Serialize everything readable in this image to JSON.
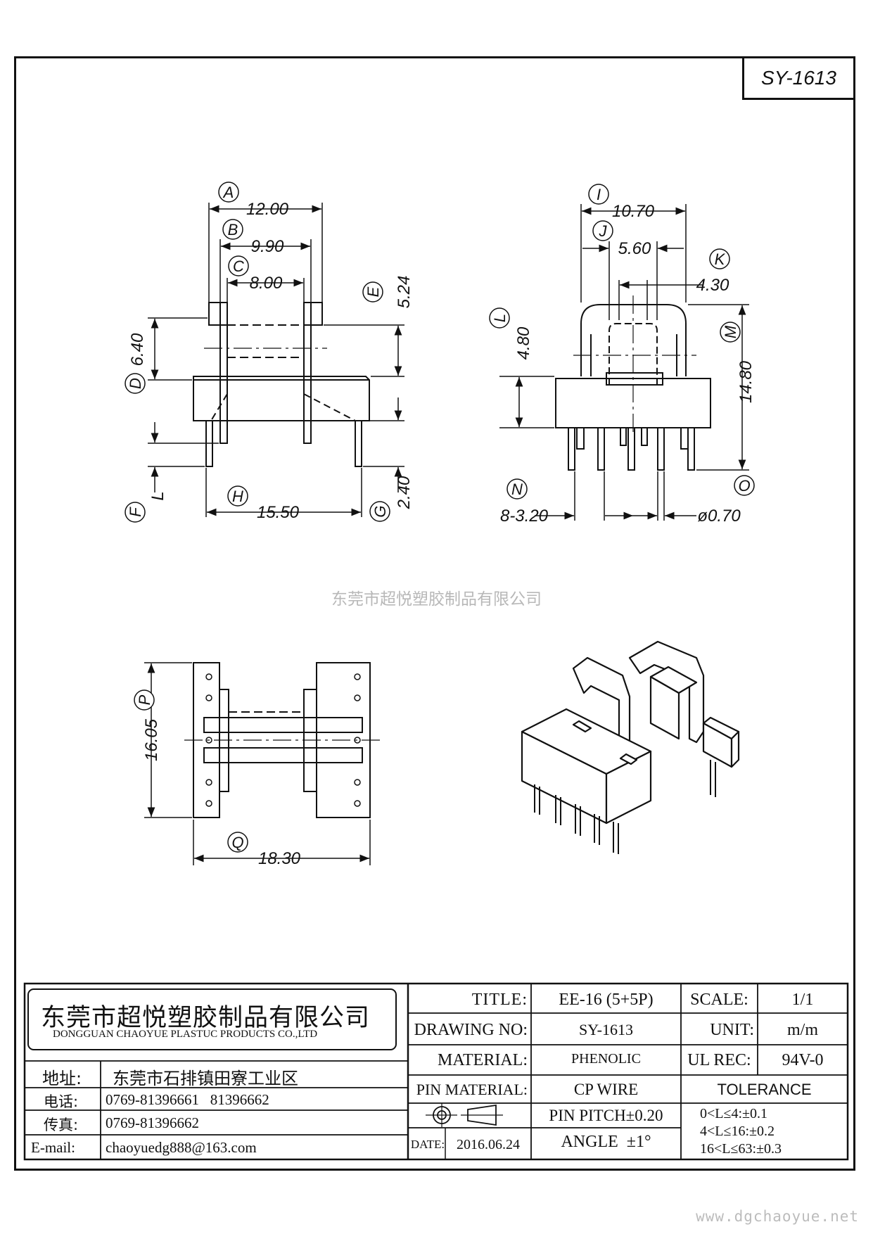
{
  "part_number": "SY-1613",
  "watermark": "东莞市超悦塑胶制品有限公司",
  "website": "www.dgchaoyue.net",
  "dimensions": {
    "A": "12.00",
    "B": "9.90",
    "C": "8.00",
    "D": "6.40",
    "E": "5.24",
    "F": "L",
    "G": "2.40",
    "H": "15.50",
    "I": "10.70",
    "J": "5.60",
    "K": "4.30",
    "L": "4.80",
    "M": "14.80",
    "N": "8-3.20",
    "O": "ø0.70",
    "P": "16.05",
    "Q": "18.30"
  },
  "title_block": {
    "company_cn": "东莞市超悦塑胶制品有限公司",
    "company_en": "DONGGUAN CHAOYUE PLASTUC PRODUCTS CO.,LTD",
    "address_label": "地址:",
    "address": "东莞市石排镇田寮工业区",
    "phone_label": "电话:",
    "phone": "0769-81396661   81396662",
    "fax_label": "传真:",
    "fax": "0769-81396662",
    "email_label": "E-mail:",
    "email": "chaoyuedg888@163.com",
    "title_label": "TITLE:",
    "title": "EE-16 (5+5P)",
    "drawing_no_label": "DRAWING NO:",
    "drawing_no": "SY-1613",
    "material_label": "MATERIAL:",
    "material": "PHENOLIC",
    "pin_material_label": "PIN MATERIAL:",
    "pin_material": "CP WIRE",
    "pin_pitch": "PIN PITCH±0.20",
    "date_label": "DATE:",
    "date": "2016.06.24",
    "angle": "ANGLE  ±1°",
    "scale_label": "SCALE:",
    "scale": "1/1",
    "unit_label": "UNIT:",
    "unit": "m/m",
    "ul_rec_label": "UL REC:",
    "ul_rec": "94V-0",
    "tolerance_label": "TOLERANCE",
    "tolerance": [
      "0<L≤4:±0.1",
      "4<L≤16:±0.2",
      "16<L≤63:±0.3"
    ]
  }
}
